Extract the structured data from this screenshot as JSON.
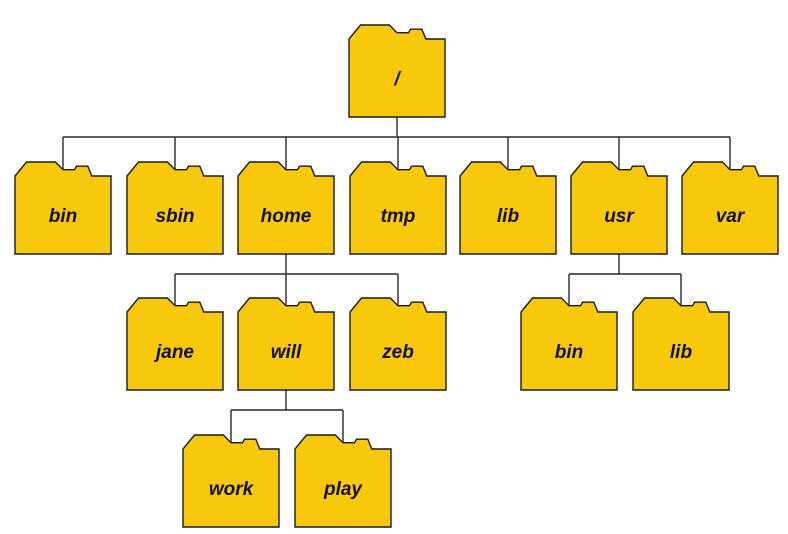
{
  "colors": {
    "folder_fill": "#f8c80a",
    "folder_outline": "#1a1a1a",
    "connector": "#2a2a2a",
    "label": "#111111",
    "background": "#ffffff"
  },
  "tree": {
    "id": "root",
    "label": "/",
    "children": [
      {
        "id": "bin",
        "label": "bin",
        "children": []
      },
      {
        "id": "sbin",
        "label": "sbin",
        "children": []
      },
      {
        "id": "home",
        "label": "home",
        "children": [
          {
            "id": "jane",
            "label": "jane",
            "children": []
          },
          {
            "id": "will",
            "label": "will",
            "children": [
              {
                "id": "work",
                "label": "work",
                "children": []
              },
              {
                "id": "play",
                "label": "play",
                "children": []
              }
            ]
          },
          {
            "id": "zeb",
            "label": "zeb",
            "children": []
          }
        ]
      },
      {
        "id": "tmp",
        "label": "tmp",
        "children": []
      },
      {
        "id": "lib",
        "label": "lib",
        "children": []
      },
      {
        "id": "usr",
        "label": "usr",
        "children": [
          {
            "id": "usr-bin",
            "label": "bin",
            "children": []
          },
          {
            "id": "usr-lib",
            "label": "lib",
            "children": []
          }
        ]
      },
      {
        "id": "var",
        "label": "var",
        "children": []
      }
    ]
  }
}
